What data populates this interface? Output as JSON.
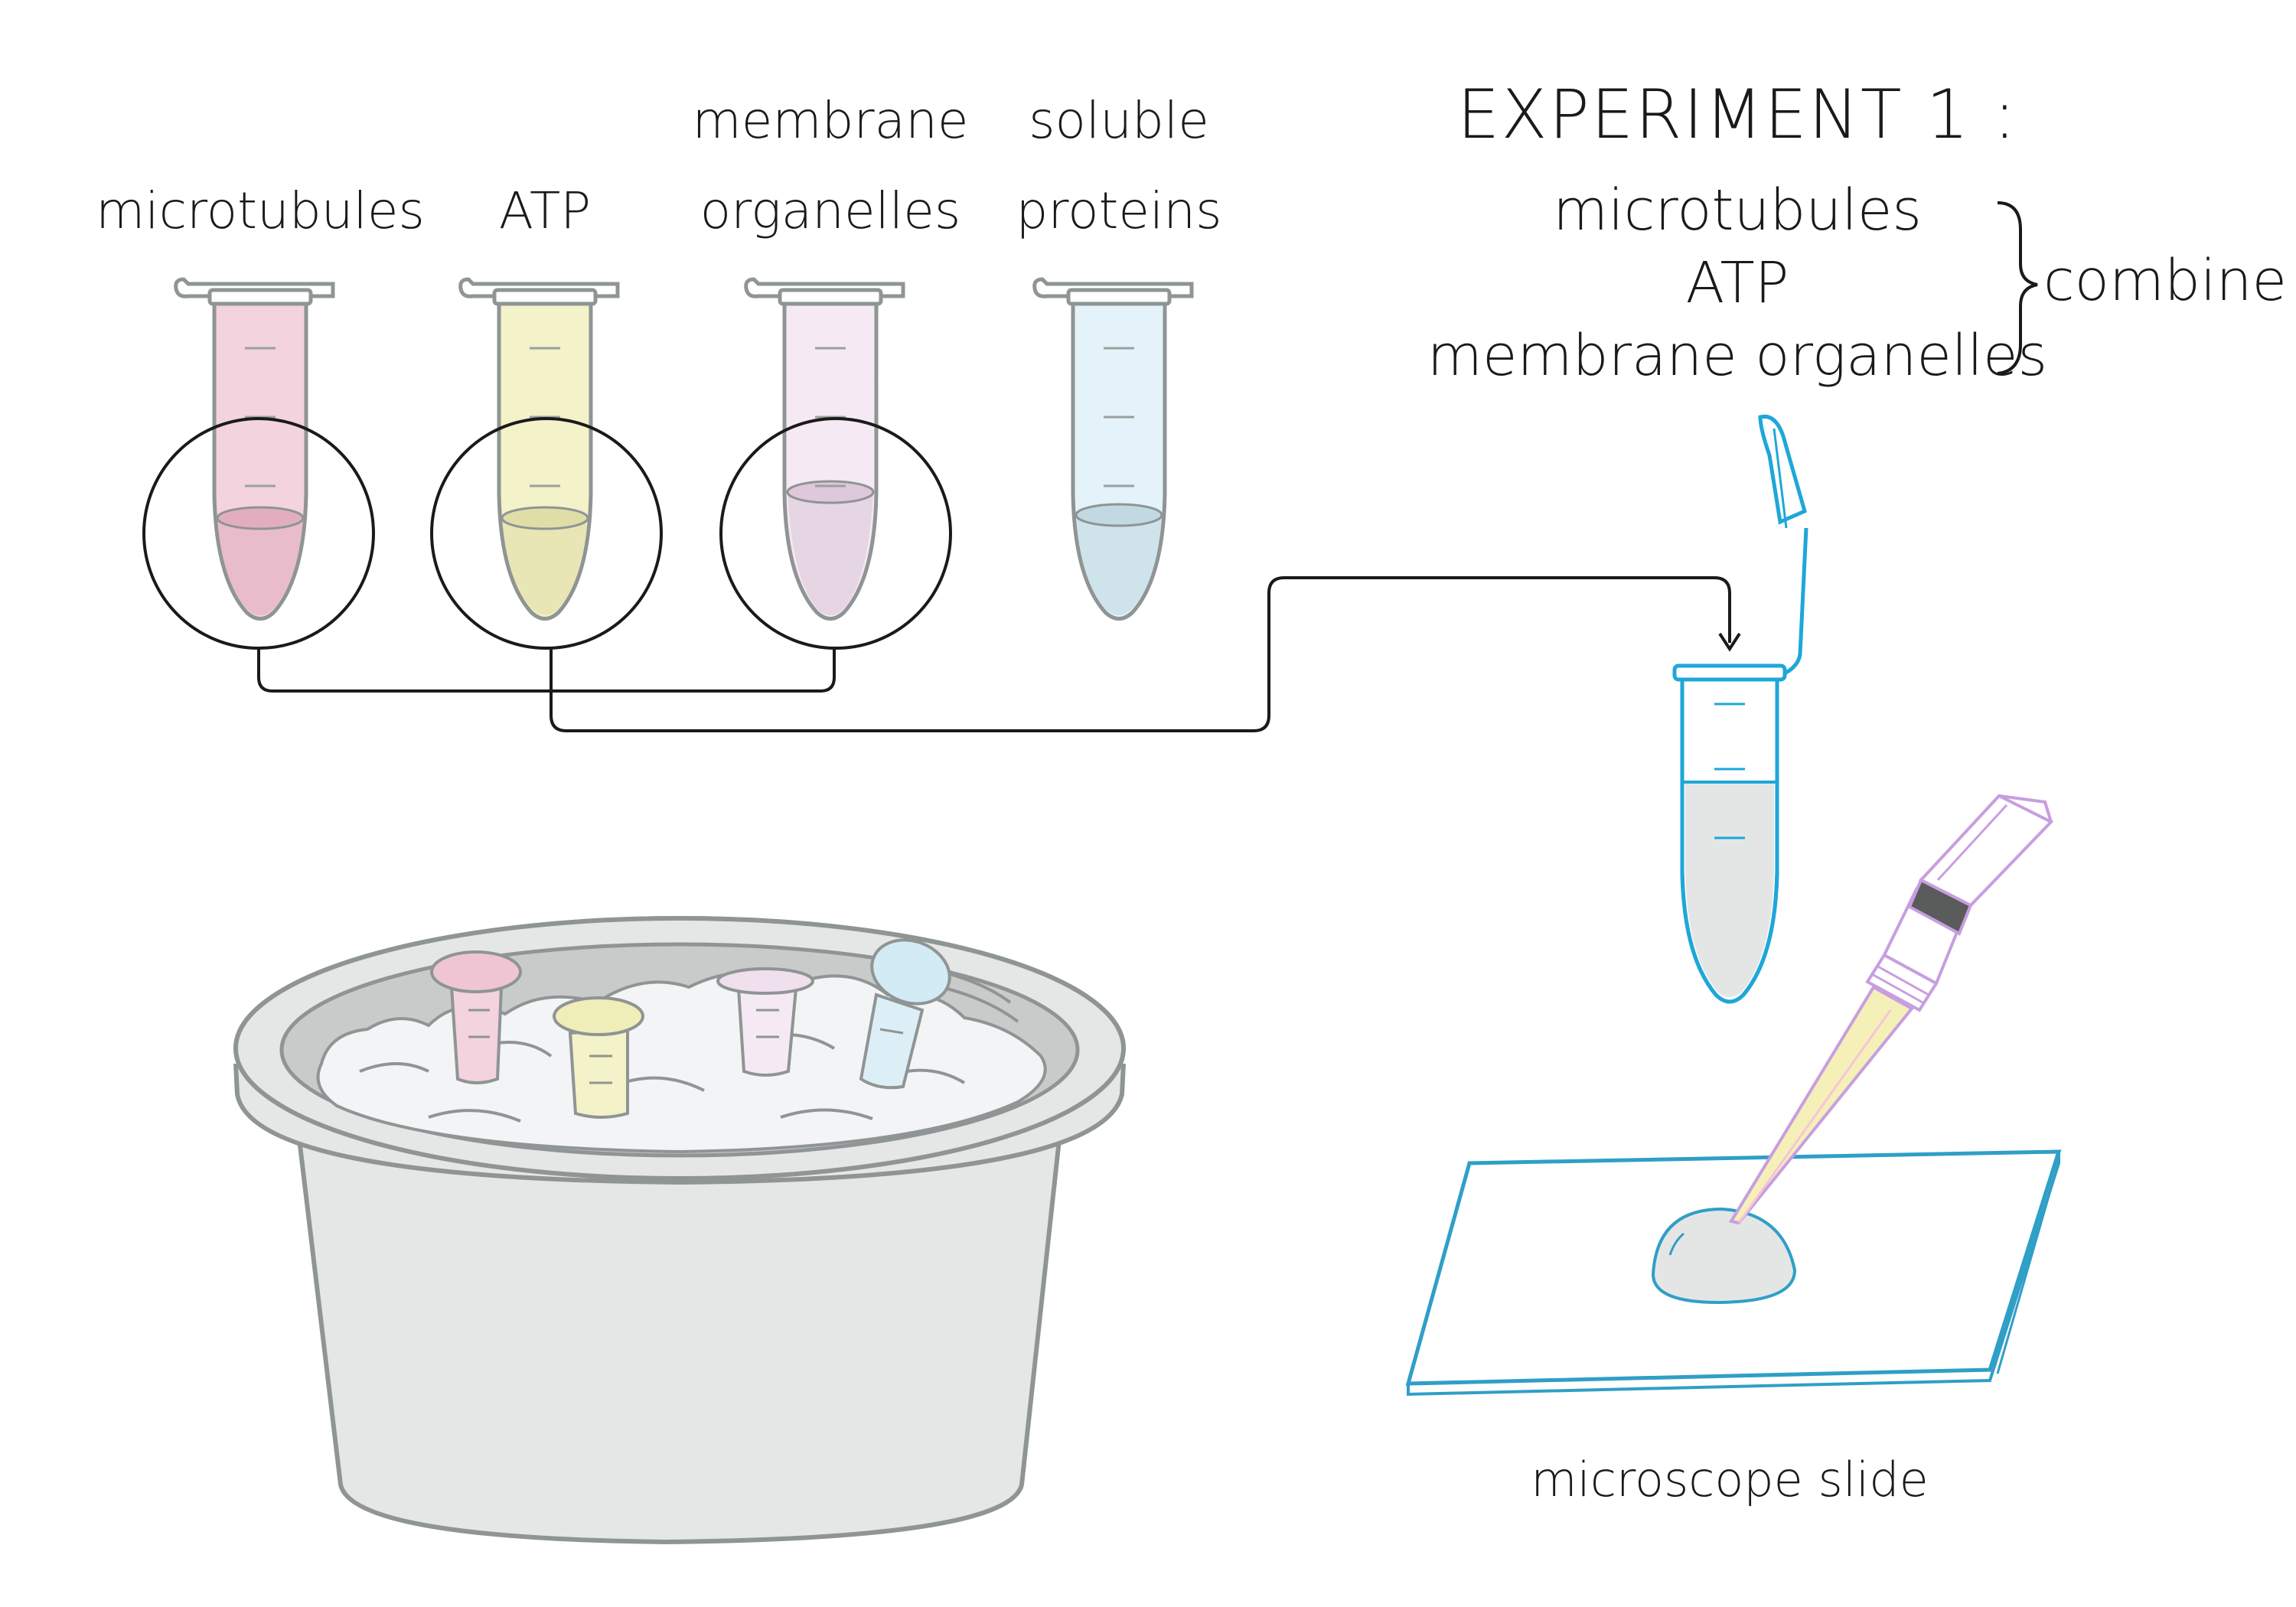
{
  "tube_labels": {
    "microtubules": "microtubules",
    "atp": "ATP",
    "membrane_line1": "membrane",
    "membrane_line2": "organelles",
    "soluble_line1": "soluble",
    "soluble_line2": "proteins"
  },
  "experiment": {
    "title": "EXPERIMENT 1 :",
    "items": [
      "microtubules",
      "ATP",
      "membrane organelles"
    ],
    "action": "combine"
  },
  "slide_label": "microscope slide",
  "colors": {
    "microtubules": "#f3d3dd",
    "atp": "#f3f2c8",
    "membrane": "#f2e2ef",
    "soluble": "#ddeff6",
    "mix_tube": "#1ea7d8",
    "pipette": "#c89ee0",
    "slide": "#2f9fc7",
    "bucket": "#e5e7e7",
    "outline": "#8f9494",
    "ink": "#1a1a1a"
  }
}
